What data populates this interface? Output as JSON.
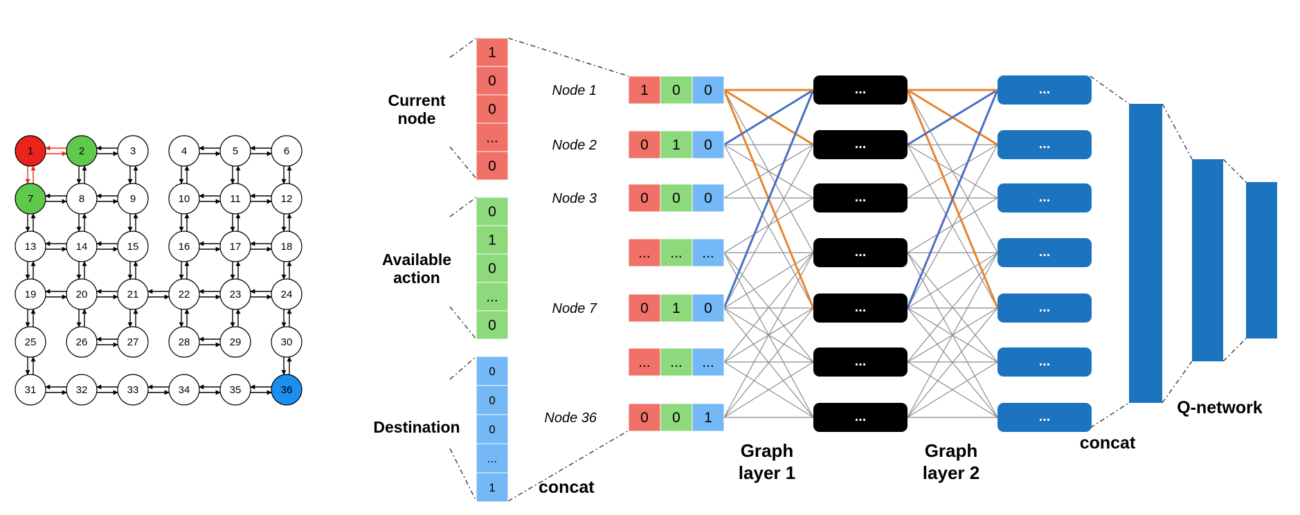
{
  "grid": {
    "nodes": [
      "1",
      "2",
      "3",
      "4",
      "5",
      "6",
      "7",
      "8",
      "9",
      "10",
      "11",
      "12",
      "13",
      "14",
      "15",
      "16",
      "17",
      "18",
      "19",
      "20",
      "21",
      "22",
      "23",
      "24",
      "25",
      "26",
      "27",
      "28",
      "29",
      "30",
      "31",
      "32",
      "33",
      "34",
      "35",
      "36"
    ],
    "current_node": "1",
    "available_nodes": [
      "2",
      "7"
    ],
    "destination_node": "36"
  },
  "input_vectors": {
    "current_node": {
      "label_line1": "Current",
      "label_line2": "node",
      "values": [
        "1",
        "0",
        "0",
        "...",
        "0"
      ]
    },
    "available_action": {
      "label_line1": "Available",
      "label_line2": "action",
      "values": [
        "0",
        "1",
        "0",
        "...",
        "0"
      ]
    },
    "destination": {
      "label": "Destination",
      "values": [
        "0",
        "0",
        "0",
        "...",
        "1"
      ]
    },
    "concat_label": "concat"
  },
  "feature_rows": [
    {
      "label": "Node 1",
      "values": [
        "1",
        "0",
        "0"
      ]
    },
    {
      "label": "Node 2",
      "values": [
        "0",
        "1",
        "0"
      ]
    },
    {
      "label": "Node 3",
      "values": [
        "0",
        "0",
        "0"
      ]
    },
    {
      "label": "",
      "values": [
        "...",
        "...",
        "..."
      ]
    },
    {
      "label": "Node 7",
      "values": [
        "0",
        "1",
        "0"
      ]
    },
    {
      "label": "",
      "values": [
        "...",
        "...",
        "..."
      ]
    },
    {
      "label": "Node 36",
      "values": [
        "0",
        "0",
        "1"
      ]
    }
  ],
  "layers": {
    "graph_layer_1": {
      "line1": "Graph",
      "line2": "layer 1",
      "cells": [
        "...",
        "...",
        "...",
        "...",
        "...",
        "...",
        "..."
      ]
    },
    "graph_layer_2": {
      "line1": "Graph",
      "line2": "layer 2",
      "cells": [
        "...",
        "...",
        "...",
        "...",
        "...",
        "...",
        "..."
      ]
    },
    "concat_label": "concat",
    "q_network_label": "Q-network"
  },
  "colors": {
    "red": "#f07167",
    "green": "#8ed97c",
    "blue_light": "#74b9f5",
    "node_red": "#e8241c",
    "node_green": "#5fc94b",
    "node_blue": "#1a8ff0",
    "layer2_blue": "#1c74bf",
    "orange_edge": "#e8842c",
    "blue_edge": "#4a6fc1",
    "black_box": "#000000"
  }
}
